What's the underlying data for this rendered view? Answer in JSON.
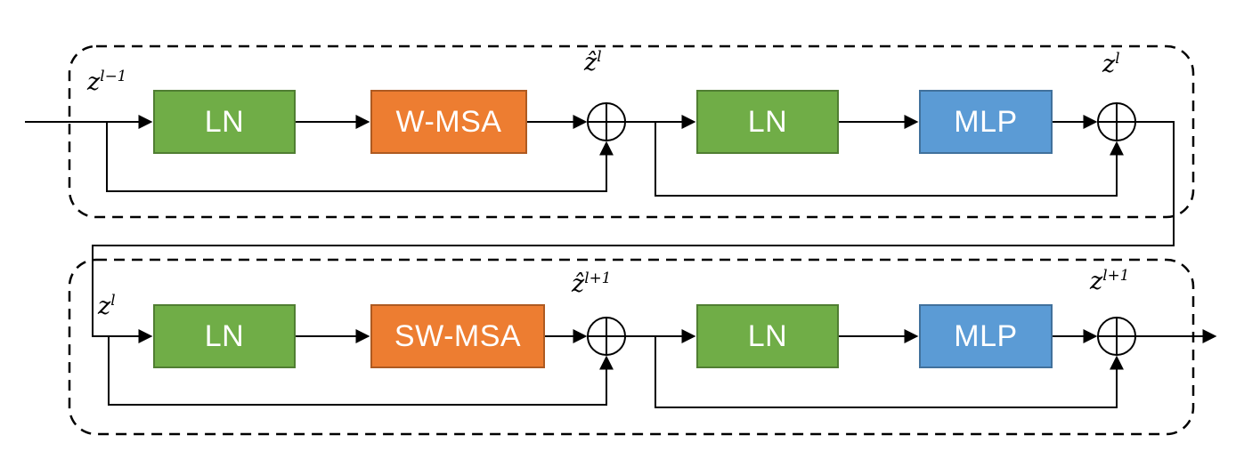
{
  "colors": {
    "ln_green": "#70AD47",
    "msa_orange": "#ED7D31",
    "mlp_blue": "#5B9BD5"
  },
  "top_block": {
    "input_label": {
      "base": "z",
      "sup": "l−1"
    },
    "ln1_label": "LN",
    "attn_label": "W-MSA",
    "sum1_label": {
      "base": "ẑ",
      "sup": "l"
    },
    "ln2_label": "LN",
    "mlp_label": "MLP",
    "output_label": {
      "base": "z",
      "sup": "l"
    }
  },
  "bottom_block": {
    "input_label": {
      "base": "z",
      "sup": "l"
    },
    "ln1_label": "LN",
    "attn_label": "SW-MSA",
    "sum1_label": {
      "base": "ẑ",
      "sup": "l+1"
    },
    "ln2_label": "LN",
    "mlp_label": "MLP",
    "output_label": {
      "base": "z",
      "sup": "l+1"
    }
  }
}
